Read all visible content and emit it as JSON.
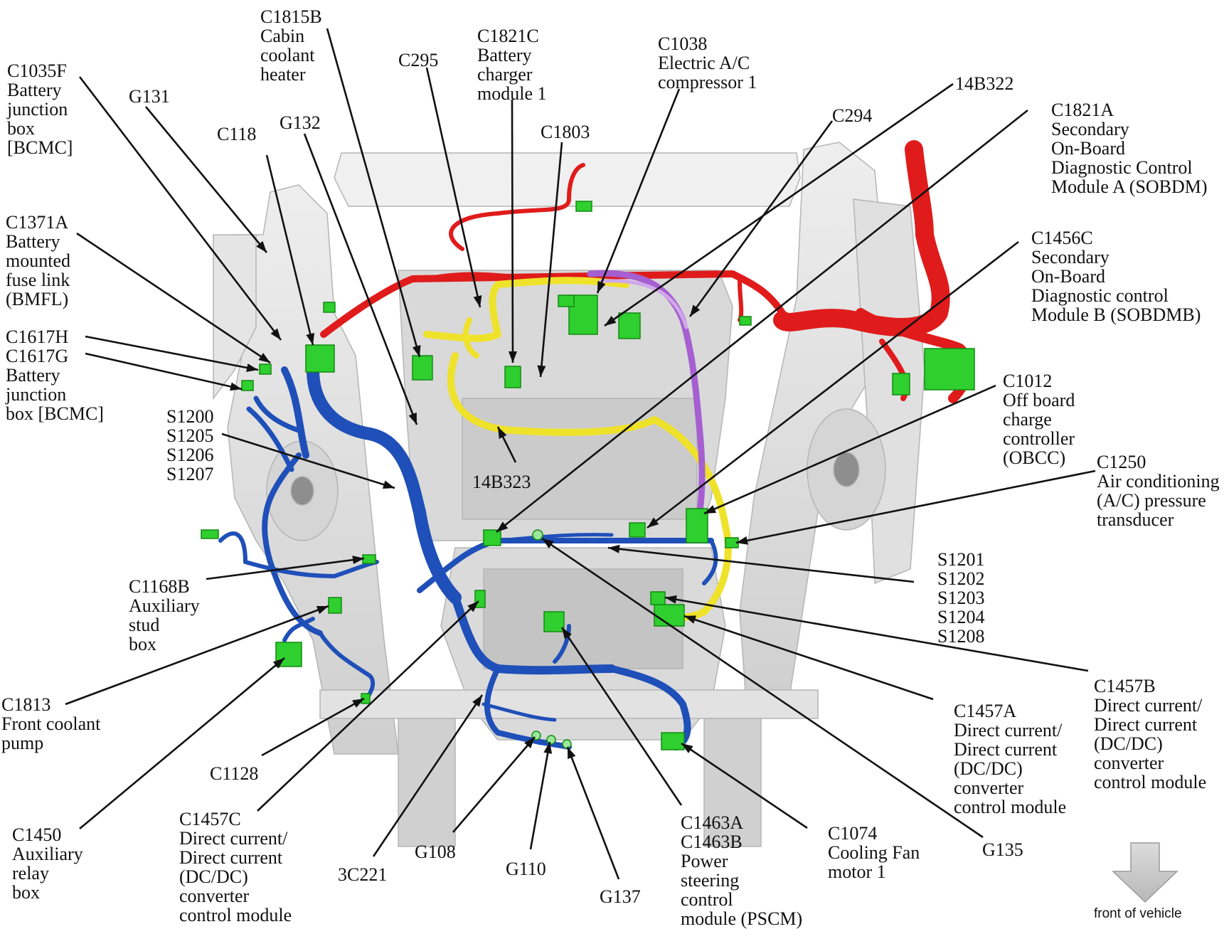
{
  "colors": {
    "hv_harness": "#e01b1b",
    "lv_harness": "#1f4fb8",
    "coolant_harness": "#efe22a",
    "ac_harness": "#a65fd0",
    "connector": "#2ecf2e",
    "frame": "#d8d8d8",
    "leader": "#111111",
    "arrow": "#c9c9c9"
  },
  "labels": [
    {
      "id": "C1035F",
      "lines": [
        "C1035F",
        "Battery",
        "junction",
        "box",
        "[BCMC]"
      ]
    },
    {
      "id": "G131",
      "lines": [
        "G131"
      ]
    },
    {
      "id": "C118",
      "lines": [
        "C118"
      ]
    },
    {
      "id": "G132",
      "lines": [
        "G132"
      ]
    },
    {
      "id": "C1815B",
      "lines": [
        "C1815B",
        "Cabin",
        "coolant",
        "heater"
      ]
    },
    {
      "id": "C295",
      "lines": [
        "C295"
      ]
    },
    {
      "id": "C1821C",
      "lines": [
        "C1821C",
        "Battery",
        "charger",
        "module 1"
      ]
    },
    {
      "id": "C1803",
      "lines": [
        "C1803"
      ]
    },
    {
      "id": "C1038",
      "lines": [
        "C1038",
        "Electric A/C",
        "compressor 1"
      ]
    },
    {
      "id": "14B322",
      "lines": [
        "14B322"
      ]
    },
    {
      "id": "C294",
      "lines": [
        "C294"
      ]
    },
    {
      "id": "C1821A",
      "lines": [
        "C1821A",
        "Secondary",
        "On-Board",
        "Diagnostic Control",
        "Module A (SOBDM)"
      ]
    },
    {
      "id": "C1371A",
      "lines": [
        "C1371A",
        "Battery",
        "mounted",
        "fuse link",
        "(BMFL)"
      ]
    },
    {
      "id": "C1456C",
      "lines": [
        "C1456C",
        "Secondary",
        "On-Board",
        "Diagnostic control",
        "Module B (SOBDMB)"
      ]
    },
    {
      "id": "C1617",
      "lines": [
        "C1617H",
        "C1617G",
        "Battery",
        "junction",
        "box [BCMC]"
      ]
    },
    {
      "id": "C1012",
      "lines": [
        "C1012",
        "Off board",
        "charge",
        "controller",
        "(OBCC)"
      ]
    },
    {
      "id": "S1200",
      "lines": [
        "S1200",
        "S1205",
        "S1206",
        "S1207"
      ]
    },
    {
      "id": "14B323",
      "lines": [
        "14B323"
      ]
    },
    {
      "id": "C1250",
      "lines": [
        "C1250",
        "Air conditioning",
        "(A/C) pressure",
        "transducer"
      ]
    },
    {
      "id": "S1201",
      "lines": [
        "S1201",
        "S1202",
        "S1203",
        "S1204",
        "S1208"
      ]
    },
    {
      "id": "C1168B",
      "lines": [
        "C1168B",
        "Auxiliary",
        "stud",
        "box"
      ]
    },
    {
      "id": "C1813",
      "lines": [
        "C1813",
        "Front coolant",
        "pump"
      ]
    },
    {
      "id": "C1457B",
      "lines": [
        "C1457B",
        "Direct current/",
        "Direct current",
        "(DC/DC)",
        "converter",
        "control module"
      ]
    },
    {
      "id": "C1457A",
      "lines": [
        "C1457A",
        "Direct current/",
        "Direct current",
        "(DC/DC)",
        "converter",
        "control module"
      ]
    },
    {
      "id": "C1128",
      "lines": [
        "C1128"
      ]
    },
    {
      "id": "C1450",
      "lines": [
        "C1450",
        "Auxiliary",
        "relay",
        "box"
      ]
    },
    {
      "id": "C1457C",
      "lines": [
        "C1457C",
        "Direct current/",
        "Direct current",
        "(DC/DC)",
        "converter",
        "control module"
      ]
    },
    {
      "id": "3C221",
      "lines": [
        "3C221"
      ]
    },
    {
      "id": "G108",
      "lines": [
        "G108"
      ]
    },
    {
      "id": "G110",
      "lines": [
        "G110"
      ]
    },
    {
      "id": "G137",
      "lines": [
        "G137"
      ]
    },
    {
      "id": "C1463",
      "lines": [
        "C1463A",
        "C1463B",
        "Power",
        "steering",
        "control",
        "module (PSCM)"
      ]
    },
    {
      "id": "C1074",
      "lines": [
        "C1074",
        "Cooling Fan",
        "motor 1"
      ]
    },
    {
      "id": "G135",
      "lines": [
        "G135"
      ]
    }
  ],
  "front_arrow": {
    "label": "front of vehicle",
    "icon": "down-arrow-icon"
  }
}
